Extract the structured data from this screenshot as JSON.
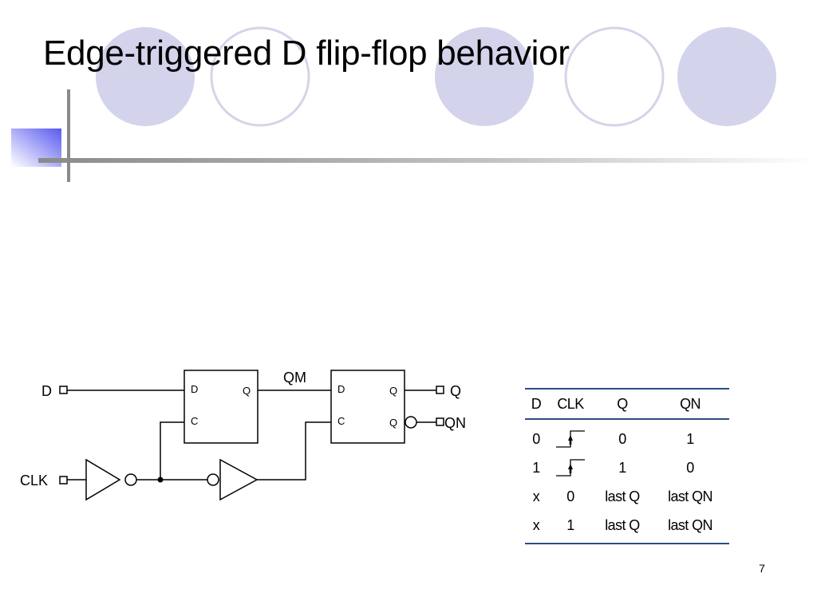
{
  "slide": {
    "title": "Edge-triggered D flip-flop behavior",
    "page_number": "7"
  },
  "circuit": {
    "inputs": [
      "D",
      "CLK"
    ],
    "outputs": [
      "Q",
      "QN"
    ],
    "internal_signal": "QM",
    "latch_pins": {
      "d": "D",
      "c": "C",
      "q": "Q",
      "qbar": "Q"
    }
  },
  "truth_table": {
    "headers": [
      "D",
      "CLK",
      "Q",
      "QN"
    ],
    "rows": [
      {
        "d": "0",
        "clk": "rising-edge",
        "q": "0",
        "qn": "1"
      },
      {
        "d": "1",
        "clk": "rising-edge",
        "q": "1",
        "qn": "0"
      },
      {
        "d": "x",
        "clk": "0",
        "q": "last Q",
        "qn": "last QN"
      },
      {
        "d": "x",
        "clk": "1",
        "q": "last Q",
        "qn": "last QN"
      }
    ]
  },
  "colors": {
    "circle_fill": "#d3d3ec",
    "circle_stroke": "#d4d4ea",
    "accent_square": "#7474ee",
    "table_rule": "#2b4c87",
    "header_line": "#999999"
  }
}
